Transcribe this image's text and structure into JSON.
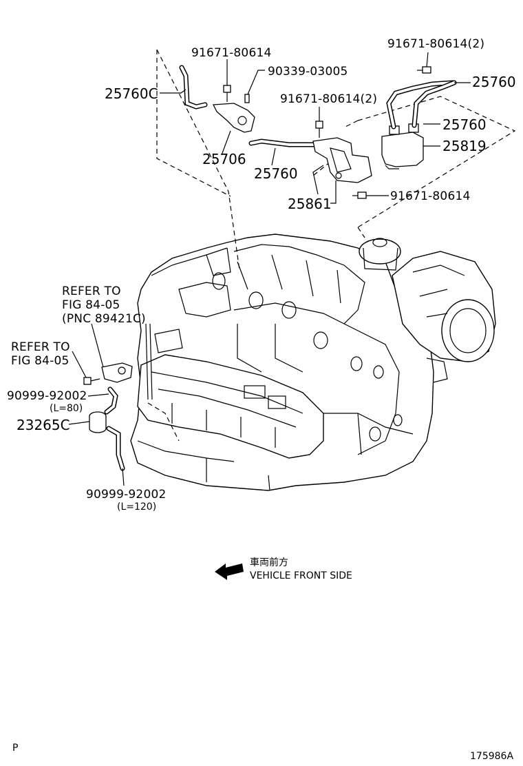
{
  "diagram": {
    "labels": {
      "bolt_top_center": "91671-80614",
      "clip_top": "90339-03005",
      "bolt_top_right": "91671-80614(2)",
      "hose_left": "25760C",
      "hose_right_top": "25760",
      "bolt_mid": "91671-80614(2)",
      "hose_right_mid": "25760",
      "bracket_small": "25706",
      "vsv": "25819",
      "hose_center": "25760",
      "bracket_large": "25861",
      "bolt_bracket": "91671-80614",
      "refer1_line1": "REFER TO",
      "refer1_line2": "FIG 84-05",
      "refer1_line3": "(PNC 89421C)",
      "refer2_line1": "REFER TO",
      "refer2_line2": "FIG 84-05",
      "hose_upper_pn": "90999-92002",
      "hose_upper_len": "(L=80)",
      "filter": "23265C",
      "hose_lower_pn": "90999-92002",
      "hose_lower_len": "(L=120)",
      "front_jp": "車両前方",
      "front_en": "VEHICLE FRONT SIDE",
      "corner_p": "P",
      "figure_id": "175986A"
    }
  }
}
